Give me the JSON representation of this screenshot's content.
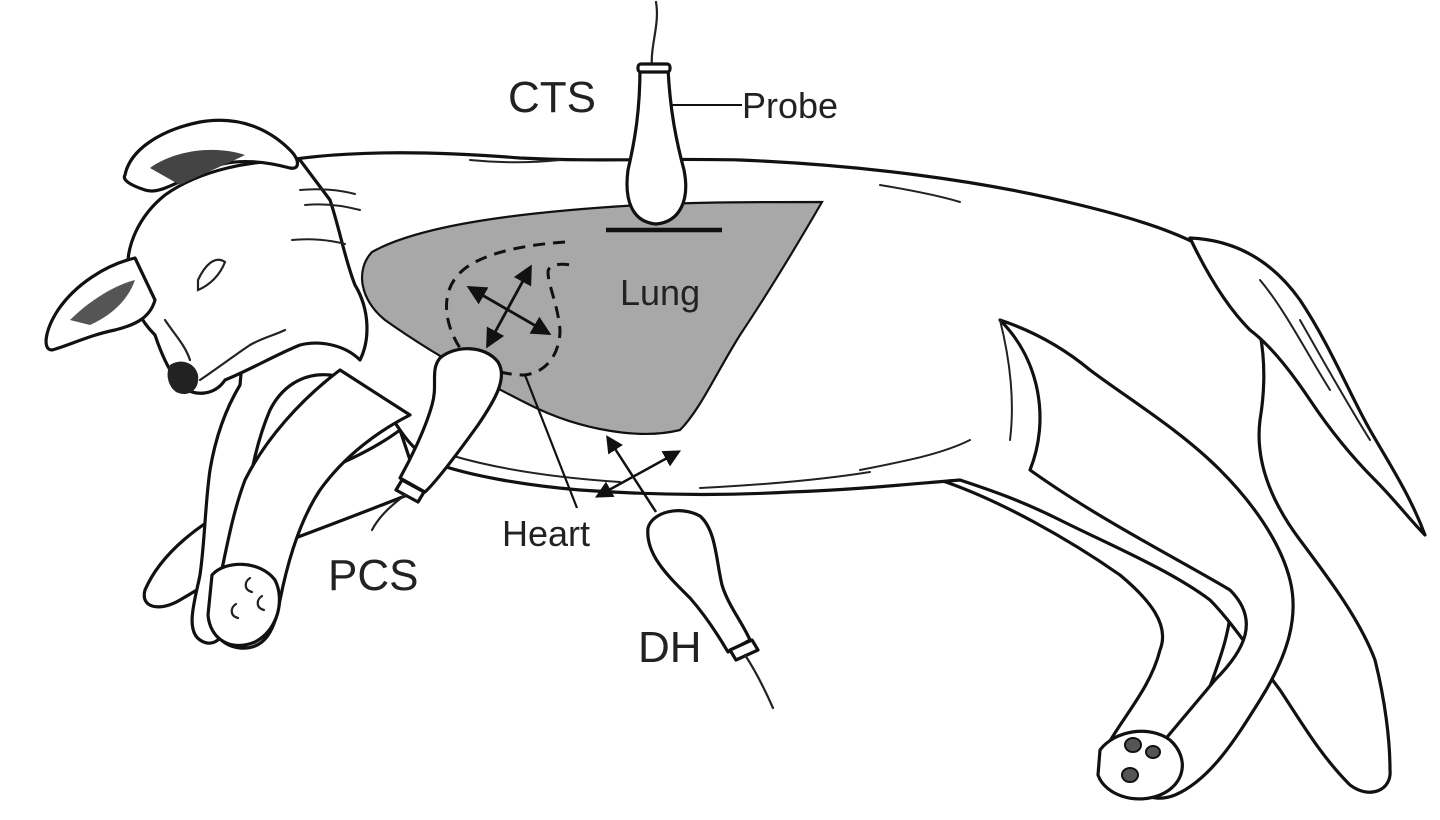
{
  "labels": {
    "cts": "CTS",
    "probe": "Probe",
    "lung": "Lung",
    "heart": "Heart",
    "pcs": "PCS",
    "dh": "DH"
  },
  "colors": {
    "lung_fill": "#a8a8a8",
    "outline": "#111111",
    "background": "#ffffff"
  }
}
